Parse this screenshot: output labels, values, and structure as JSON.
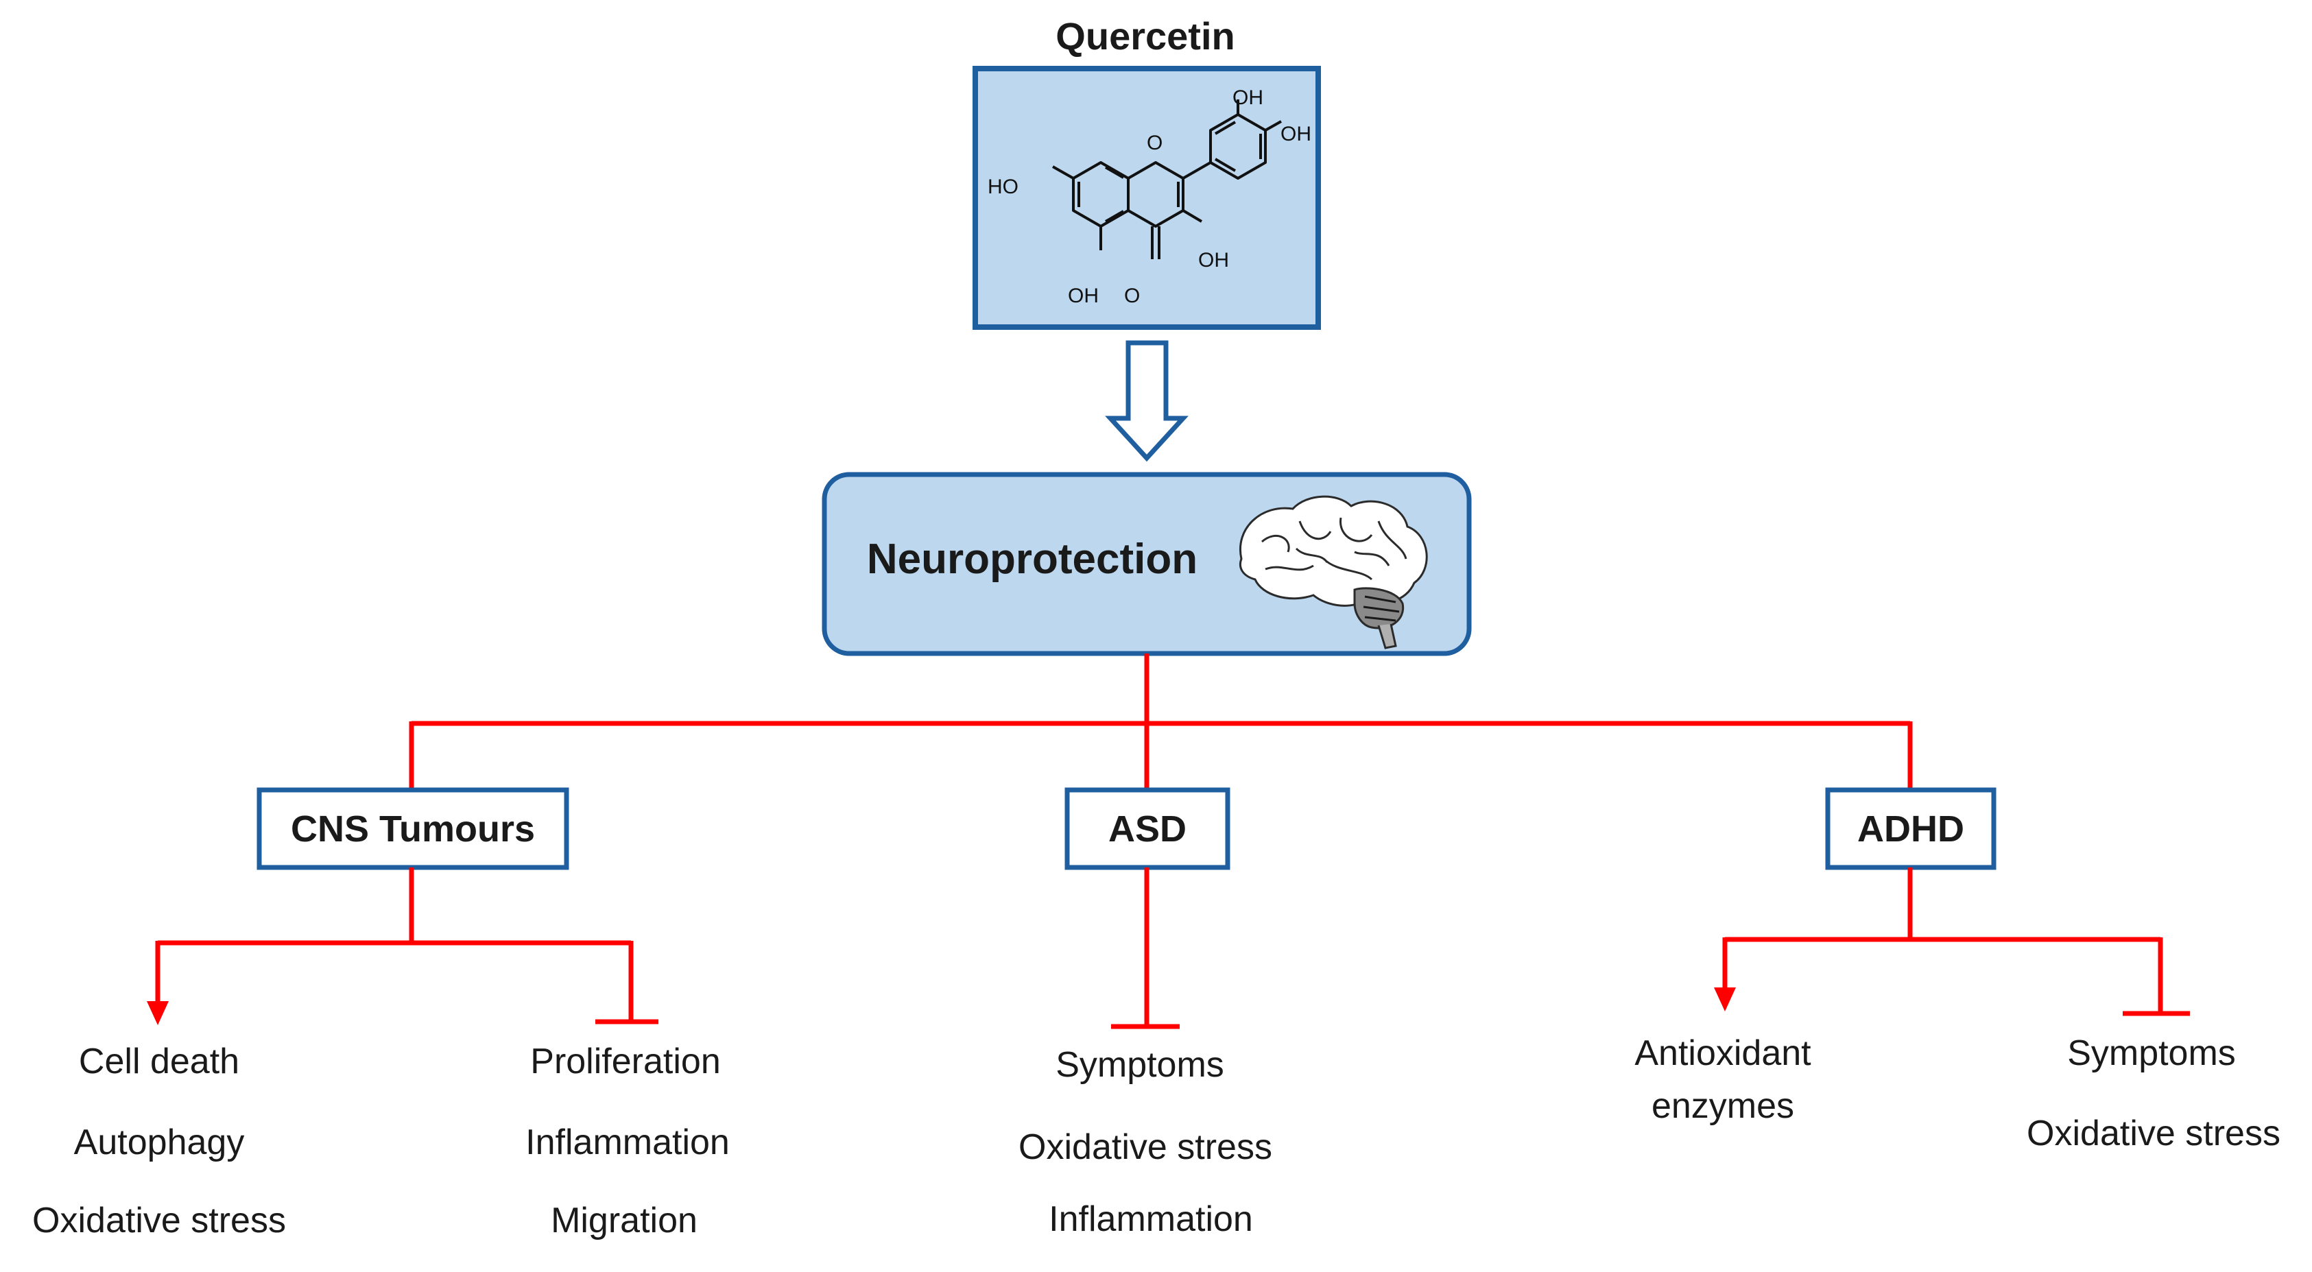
{
  "title": "Quercetin",
  "molecule": {
    "groups": [
      "OH",
      "OH",
      "HO",
      "OH",
      "OH",
      "O",
      "O"
    ]
  },
  "center_label": "Neuroprotection",
  "branches": [
    {
      "label": "CNS Tumours",
      "promotes": [
        "Cell death",
        "Autophagy",
        "Oxidative stress"
      ],
      "inhibits": [
        "Proliferation",
        "Inflammation",
        "Migration"
      ]
    },
    {
      "label": "ASD",
      "inhibits": [
        "Symptoms",
        "Oxidative stress",
        "Inflammation"
      ]
    },
    {
      "label": "ADHD",
      "promotes": [
        "Antioxidant",
        "enzymes"
      ],
      "inhibits": [
        "Symptoms",
        "Oxidative stress"
      ]
    }
  ],
  "colors": {
    "box_fill": "#bdd7ee",
    "box_stroke": "#1f5fa0",
    "line_red": "#ff0000",
    "arrow_blue": "#1f5fa0"
  }
}
